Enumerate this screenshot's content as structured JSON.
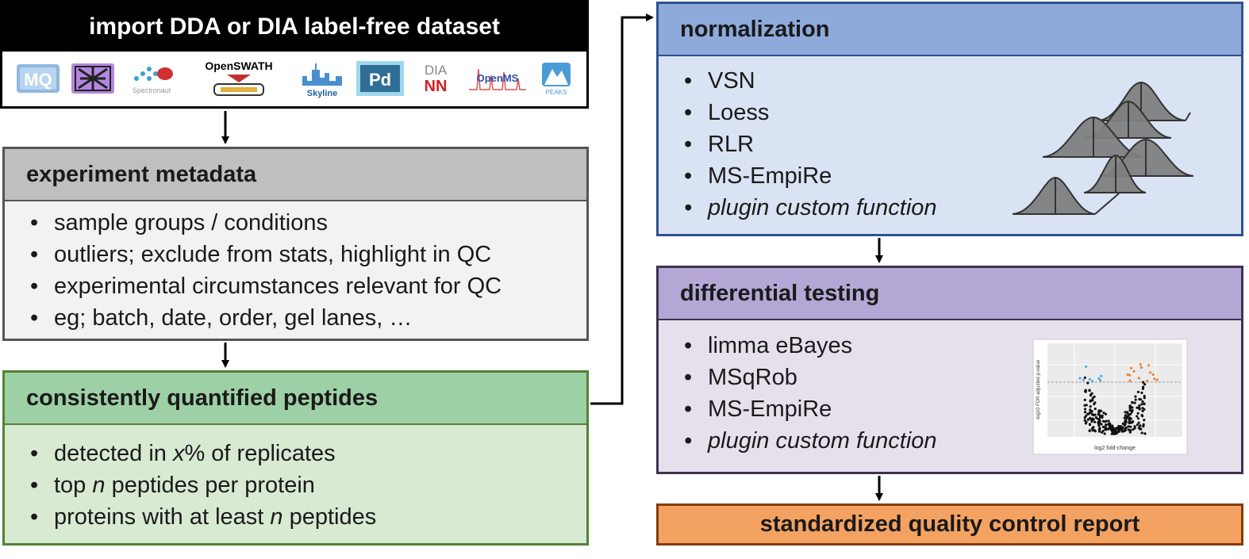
{
  "import_box": {
    "title": "import DDA or DIA label-free dataset",
    "logos": [
      {
        "icon": "maxquant-logo",
        "text": "MQ"
      },
      {
        "icon": "metamorpheus-logo",
        "text": ""
      },
      {
        "icon": "spectronaut-logo",
        "text": "Spectronaut"
      },
      {
        "icon": "openswath-logo",
        "text": "OpenSWATH"
      },
      {
        "icon": "skyline-logo",
        "text": "Skyline"
      },
      {
        "icon": "proteome-discoverer-logo",
        "text": "Pd"
      },
      {
        "icon": "dia-nn-logo",
        "text": "DIA NN"
      },
      {
        "icon": "openms-logo",
        "text": "OpenMS"
      },
      {
        "icon": "peaks-logo",
        "text": "PEAKS"
      }
    ]
  },
  "metadata_box": {
    "title": "experiment metadata",
    "items": [
      "sample groups / conditions",
      "outliers; exclude from stats, highlight in QC",
      "experimental circumstances relevant for QC",
      "eg; batch, date, order, gel lanes, …"
    ]
  },
  "peptides_box": {
    "title": "consistently quantified peptides",
    "item1": {
      "pre": "detected in ",
      "var": "x",
      "post": "% of replicates"
    },
    "item2": {
      "pre": "top ",
      "var": "n",
      "post": " peptides per protein"
    },
    "item3": {
      "pre": "proteins with at least ",
      "var": "n",
      "post": " peptides"
    }
  },
  "normalization_box": {
    "title": "normalization",
    "items": [
      "VSN",
      "Loess",
      "RLR",
      "MS-EmpiRe"
    ],
    "italic_item": "plugin custom function"
  },
  "differential_box": {
    "title": "differential testing",
    "items": [
      "limma eBayes",
      "MSqRob",
      "MS-EmpiRe"
    ],
    "italic_item": "plugin custom function",
    "volcano": {
      "xlabel": "log2 fold-change",
      "ylabel": "-log10 FDR adjusted p-value"
    }
  },
  "report_box": {
    "title": "standardized quality control report"
  },
  "colors": {
    "import_header": "#000000",
    "metadata_header": "#bfbfbf",
    "peptides_header": "#9ed0a6",
    "normalization_header": "#8eaadb",
    "differential_header": "#b4a7d6",
    "report": "#f4a261",
    "volcano_up": "#e6843a",
    "volcano_down": "#5aa9e6"
  }
}
